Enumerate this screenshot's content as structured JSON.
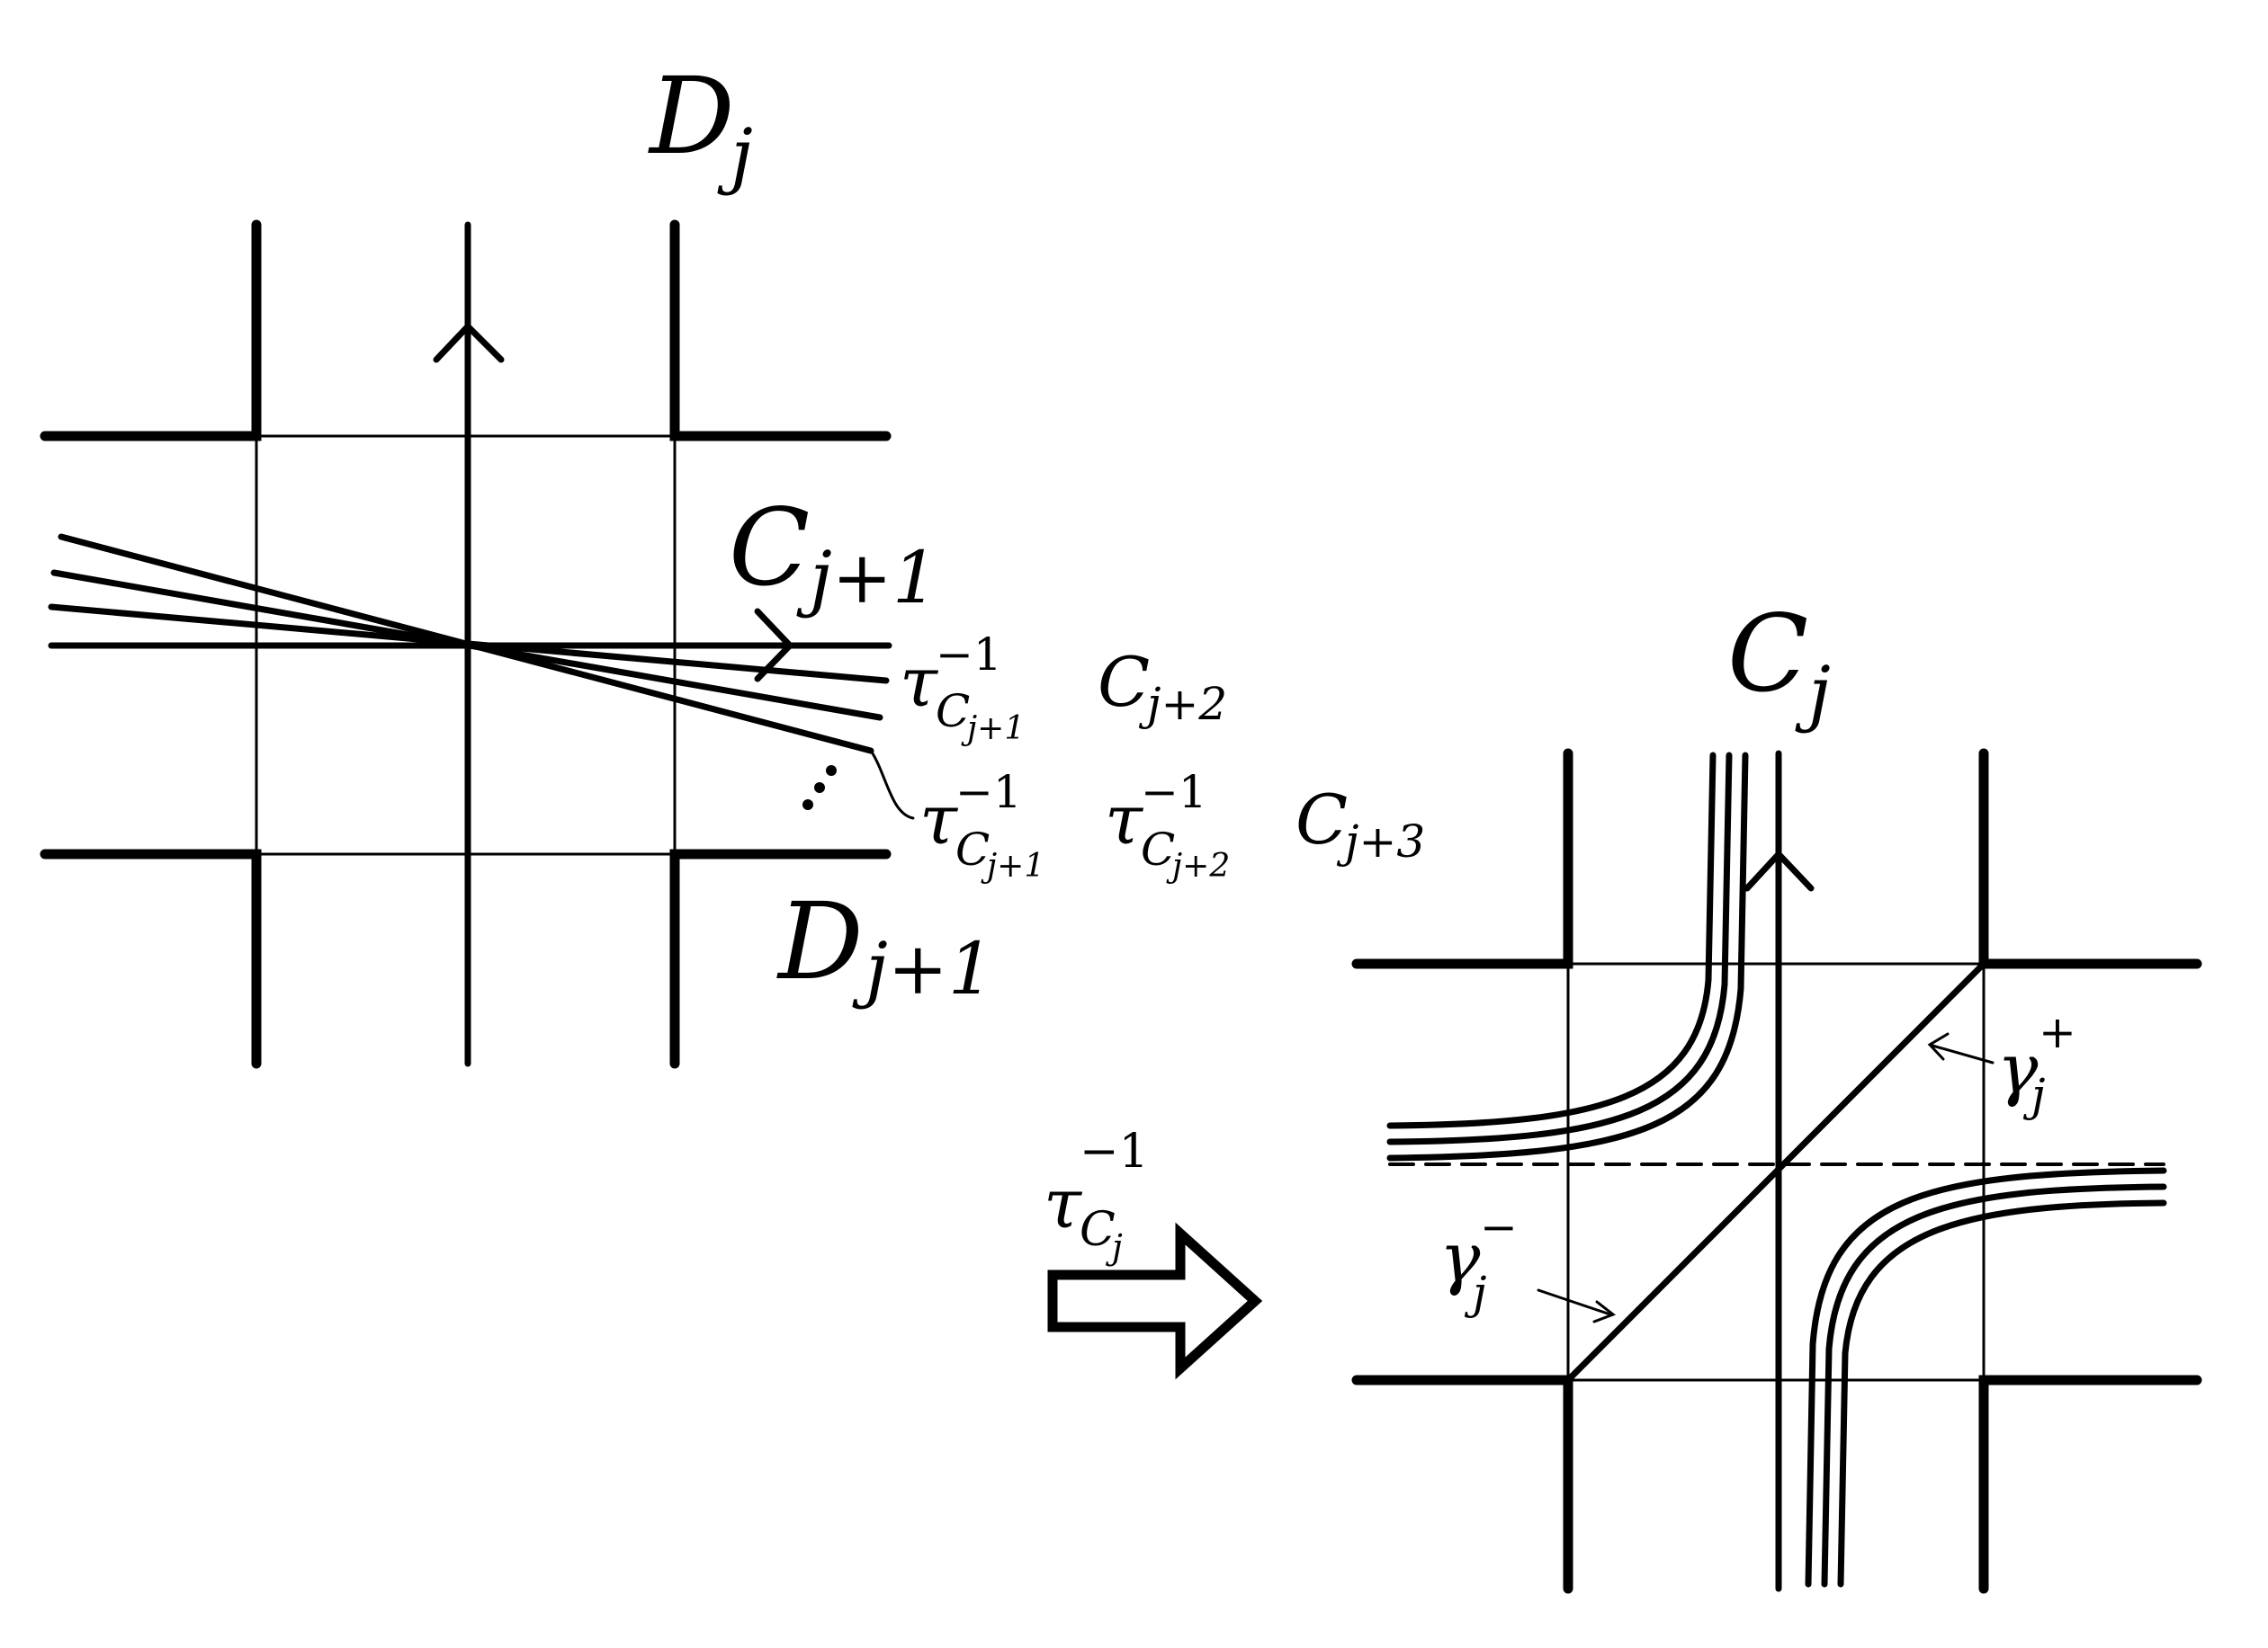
{
  "labels": {
    "D_j": {
      "base": "D",
      "sub": "j"
    },
    "C_j1": {
      "base": "C",
      "sub": "j+1"
    },
    "D_j1": {
      "base": "D",
      "sub": "j+1"
    },
    "C_j": {
      "base": "C",
      "sub": "j"
    },
    "tau1": {
      "tau": "τ",
      "sup": "−1",
      "subC": "C",
      "subsub": "j+1",
      "target": "C",
      "tsub": "j+2"
    },
    "tau2": {
      "tau": "τ",
      "sup": "−1",
      "subC": "C",
      "subsub": "j+1",
      "tau_b": "τ",
      "sup_b": "−1",
      "subC_b": "C",
      "subsub_b": "j+2",
      "target": "C",
      "tsub": "j+3"
    },
    "tauCj": {
      "tau": "τ",
      "sup": "−1",
      "subC": "C",
      "subsub": "j"
    },
    "gamma_plus": {
      "base": "γ",
      "sub": "j",
      "sup": "+"
    },
    "gamma_minus": {
      "base": "γ",
      "sub": "j",
      "sup": "−"
    },
    "dots": "⋰"
  },
  "colors": {
    "ink": "#000000",
    "background": "#ffffff"
  }
}
